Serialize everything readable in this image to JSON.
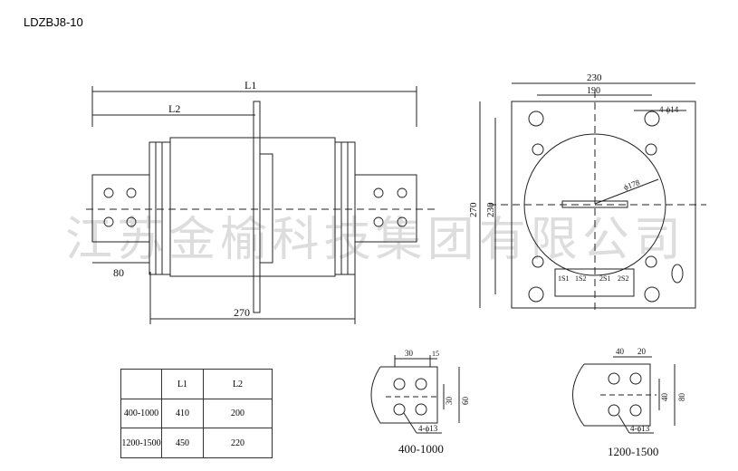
{
  "title": "LDZBJ8-10",
  "watermark": "江苏金榆科技集团有限公司",
  "side_view": {
    "L1": "L1",
    "L2": "L2",
    "dim_80": "80",
    "dim_270": "270"
  },
  "front_view": {
    "dim_width": "230",
    "dim_hole_spacing": "190",
    "dim_height": "270",
    "dim_hole_height": "230",
    "holes": "4-ϕ14",
    "diameter": "ϕ178",
    "terminals": [
      "1S1",
      "1S2",
      "2S1",
      "2S2"
    ]
  },
  "table": {
    "headers": [
      "",
      "L1",
      "L2"
    ],
    "rows": [
      [
        "400-1000",
        "410",
        "200"
      ],
      [
        "1200-1500",
        "450",
        "220"
      ]
    ]
  },
  "terminal_small": {
    "label": "400-1000",
    "d1": "30",
    "d2": "15",
    "d3": "30",
    "d4": "60",
    "holes": "4-ϕ13"
  },
  "terminal_large": {
    "label": "1200-1500",
    "d1": "40",
    "d2": "20",
    "d3": "40",
    "d4": "80",
    "holes": "4-ϕ13"
  }
}
